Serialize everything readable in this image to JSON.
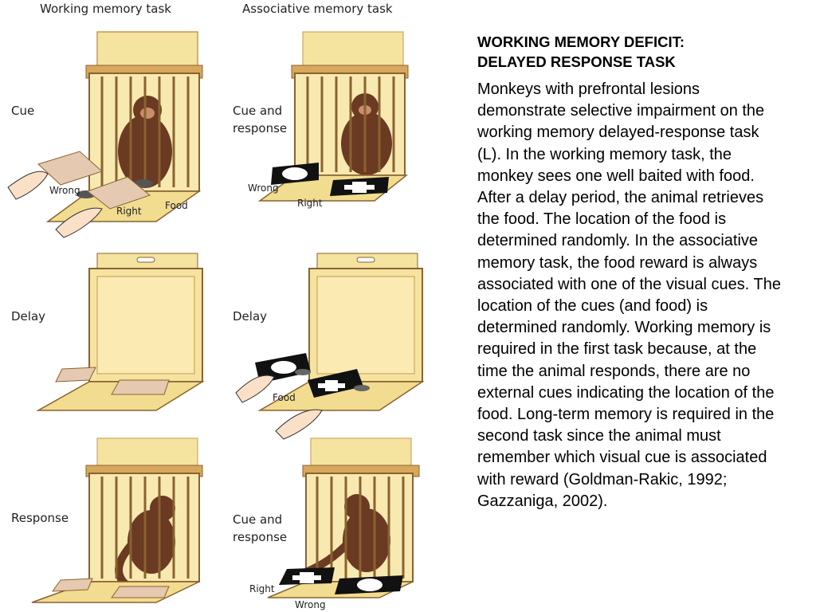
{
  "figure": {
    "column_titles": [
      "Working memory task",
      "Associative memory task"
    ],
    "working_memory": {
      "cue": "Cue",
      "delay": "Delay",
      "response": "Response",
      "labels": {
        "wrong": "Wrong",
        "right": "Right",
        "food": "Food"
      }
    },
    "associative_memory": {
      "cue_response_1": "Cue and\nresponse",
      "delay": "Delay",
      "cue_response_2": "Cue and\nresponse",
      "labels": {
        "wrong_top": "Wrong",
        "right_top": "Right",
        "food": "Food",
        "right_bottom": "Right",
        "wrong_bottom": "Wrong"
      }
    },
    "colors": {
      "box_fill": "#f5e3a0",
      "box_frame": "#c79a4a",
      "monkey": "#6b3a22",
      "skin": "#fbe0c8"
    }
  },
  "text": {
    "heading": "WORKING MEMORY DEFICIT:\nDELAYED RESPONSE TASK",
    "body": "Monkeys with prefrontal lesions demonstrate selective impairment on the working memory delayed-response task (L). In the working memory task, the monkey sees one well baited with food. After a delay period, the animal retrieves the food. The location of the food is determined randomly. In the associative memory task, the food reward is always associated with one of the visual cues. The location of the cues (and food) is determined randomly. Working memory is required in the first task because, at the time the animal responds, there are no external cues indicating the location of the food. Long-term memory is required in the second task since the animal must remember which visual cue is associated with reward (Goldman-Rakic, 1992; Gazzaniga, 2002)."
  }
}
